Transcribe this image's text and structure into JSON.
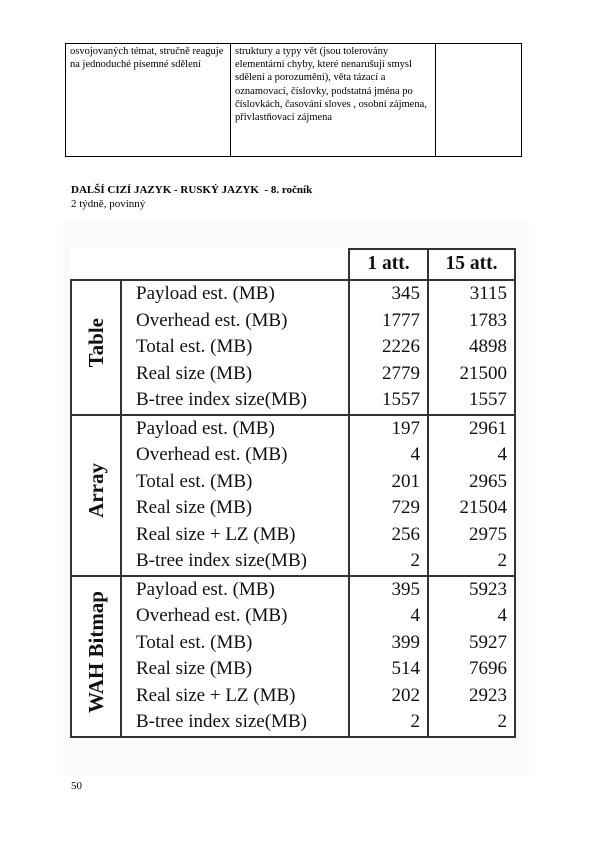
{
  "top_table": {
    "col1_text": "osvojovaných témat, stručně reaguje na jednoduché písemné sdělení",
    "col2_text": "struktury a typy vět (jsou tolerovány elementární chyby, které nenarušují smysl sdělení a porozumění), věta tázací a oznamovací, číslovky, podstatná jména po číslovkách, časování sloves , osobní zájmena, přivlastňovací zájmena",
    "col3_text": ""
  },
  "section": {
    "heading": "DALŠÍ CIZÍ JAZYK - RUSKÝ JAZYK  - 8. ročník",
    "subheading": "2 týdně, povinný"
  },
  "figure": {
    "header": {
      "col1": "1 att.",
      "col2": "15 att."
    },
    "groups": [
      {
        "name": "Table",
        "rows": [
          {
            "label": "Payload est. (MB)",
            "v1": "345",
            "v2": "3115"
          },
          {
            "label": "Overhead est. (MB)",
            "v1": "1777",
            "v2": "1783"
          },
          {
            "label": "Total est. (MB)",
            "v1": "2226",
            "v2": "4898"
          },
          {
            "label": "Real size (MB)",
            "v1": "2779",
            "v2": "21500"
          },
          {
            "label": "B-tree index size(MB)",
            "v1": "1557",
            "v2": "1557"
          }
        ]
      },
      {
        "name": "Array",
        "rows": [
          {
            "label": "Payload est. (MB)",
            "v1": "197",
            "v2": "2961"
          },
          {
            "label": "Overhead est. (MB)",
            "v1": "4",
            "v2": "4"
          },
          {
            "label": "Total est. (MB)",
            "v1": "201",
            "v2": "2965"
          },
          {
            "label": "Real size (MB)",
            "v1": "729",
            "v2": "21504"
          },
          {
            "label": "Real size + LZ (MB)",
            "v1": "256",
            "v2": "2975"
          },
          {
            "label": "B-tree index size(MB)",
            "v1": "2",
            "v2": "2"
          }
        ]
      },
      {
        "name": "WAH Bitmap",
        "rows": [
          {
            "label": "Payload est. (MB)",
            "v1": "395",
            "v2": "5923"
          },
          {
            "label": "Overhead est. (MB)",
            "v1": "4",
            "v2": "4"
          },
          {
            "label": "Total est. (MB)",
            "v1": "399",
            "v2": "5927"
          },
          {
            "label": "Real size (MB)",
            "v1": "514",
            "v2": "7696"
          },
          {
            "label": "Real size + LZ (MB)",
            "v1": "202",
            "v2": "2923"
          },
          {
            "label": "B-tree index size(MB)",
            "v1": "2",
            "v2": "2"
          }
        ]
      }
    ]
  },
  "page_number": "50"
}
